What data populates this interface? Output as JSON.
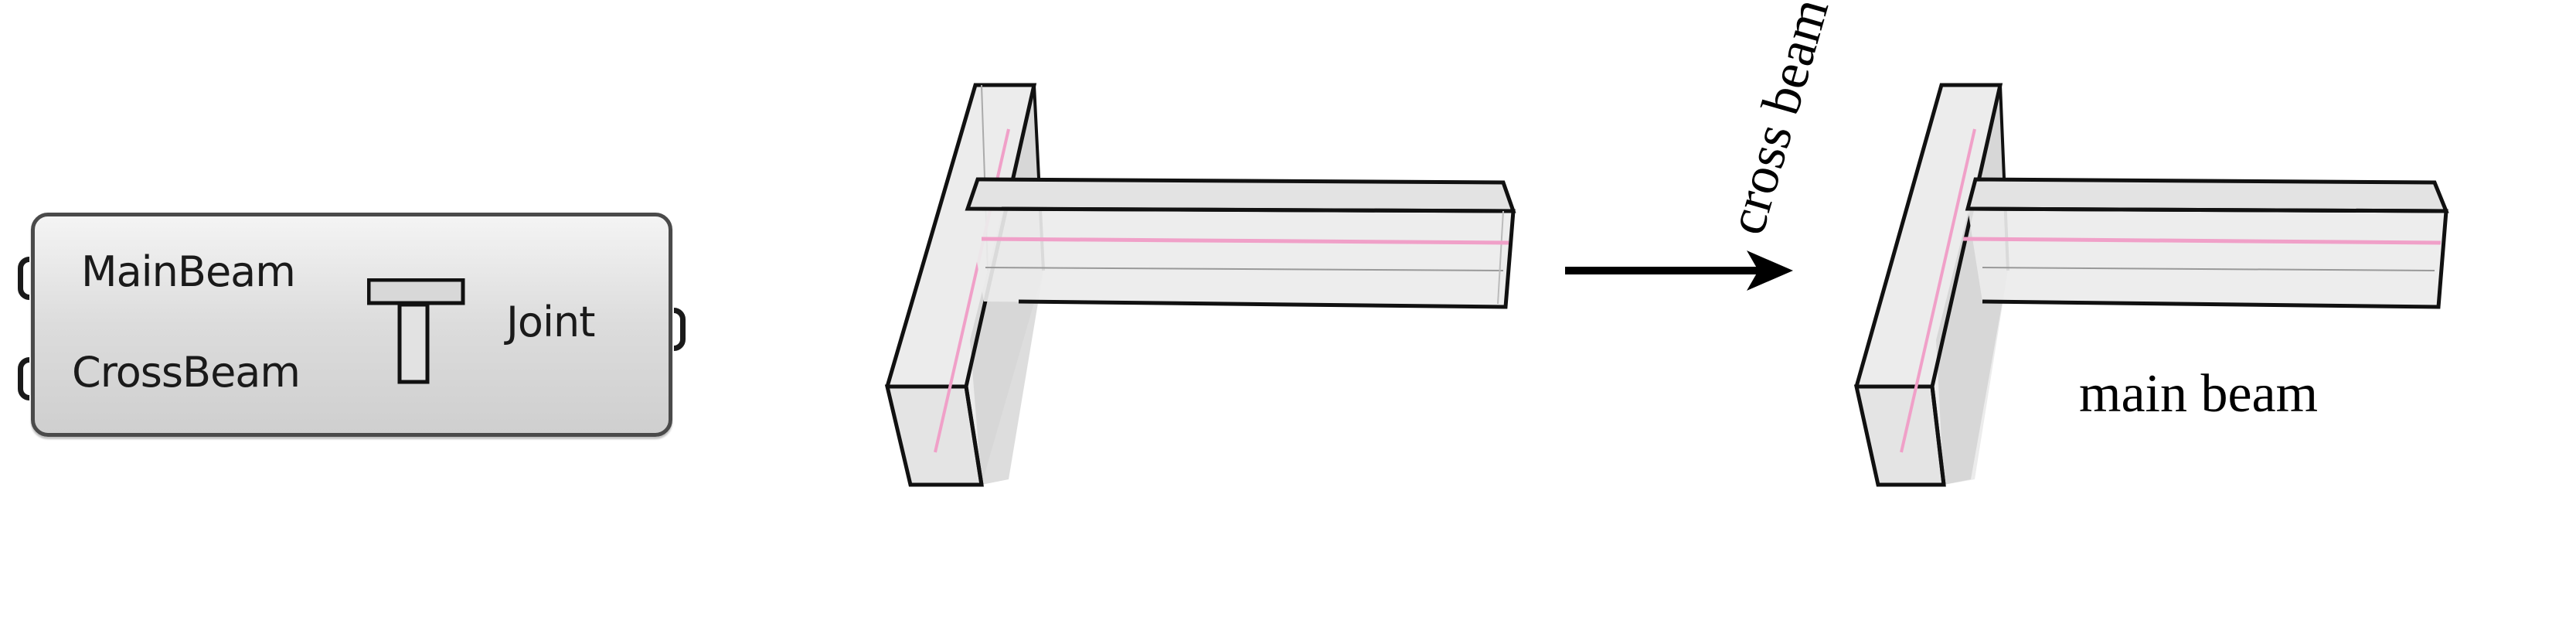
{
  "component": {
    "inputs": [
      {
        "label": "MainBeam"
      },
      {
        "label": "CrossBeam"
      }
    ],
    "outputs": [
      {
        "label": "Joint"
      }
    ],
    "icon": "t-joint-icon"
  },
  "diagram": {
    "before": {
      "description": "main beam meeting cross beam, unlabeled"
    },
    "arrow": "right-arrow",
    "after": {
      "labels": {
        "cross_beam": "cross beam",
        "main_beam": "main beam"
      }
    }
  },
  "colors": {
    "beam_edge": "#111111",
    "beam_fill": "#e8e8e8",
    "centerline": "#f0a0c8",
    "node_border": "#4a4a4a"
  }
}
